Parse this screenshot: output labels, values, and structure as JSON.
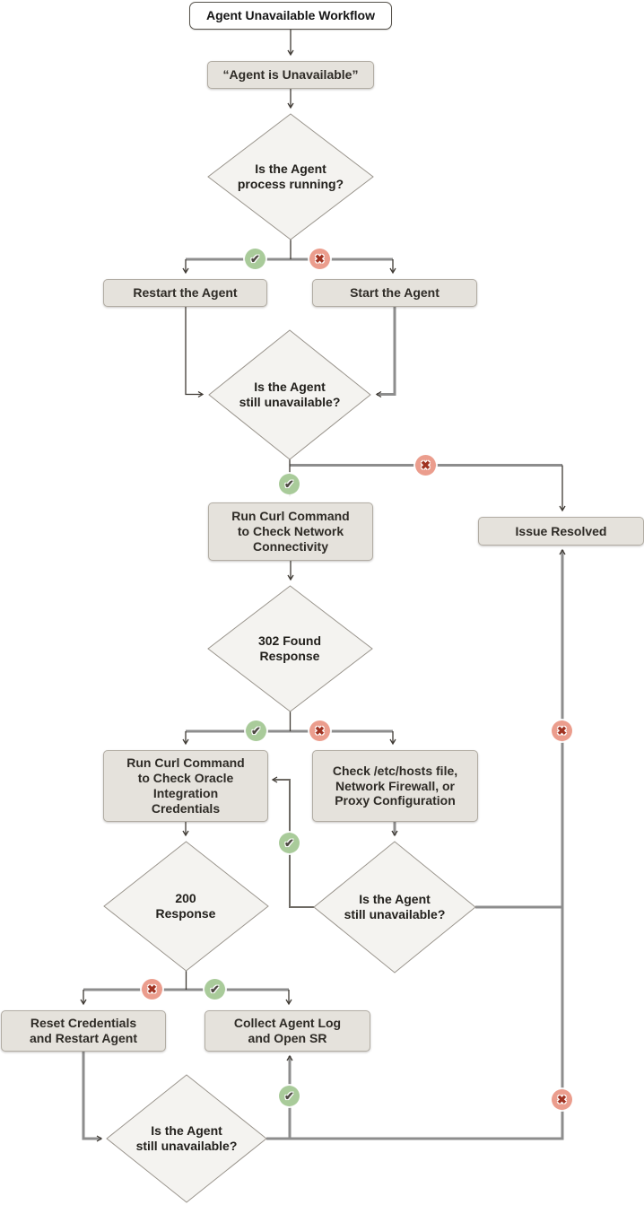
{
  "diagram": {
    "type": "flowchart",
    "background": "#ffffff"
  },
  "nodes": {
    "title": {
      "label": "Agent Unavailable Workflow"
    },
    "start": {
      "label": "“Agent is Unavailable”"
    },
    "d_process": {
      "label": "Is the Agent\nprocess running?"
    },
    "restart_agent": {
      "label": "Restart the Agent"
    },
    "start_agent": {
      "label": "Start the Agent"
    },
    "d_still_1": {
      "label": "Is the Agent\nstill unavailable?"
    },
    "curl_network": {
      "label": "Run Curl Command\nto Check Network\nConnectivity"
    },
    "issue_resolved": {
      "label": "Issue Resolved"
    },
    "d_302": {
      "label": "302 Found\nResponse"
    },
    "curl_credentials": {
      "label": "Run Curl Command\nto Check Oracle\nIntegration\nCredentials"
    },
    "check_hosts": {
      "label": "Check /etc/hosts file,\nNetwork Firewall, or\nProxy Configuration"
    },
    "d_200": {
      "label": "200\nResponse"
    },
    "d_still_2": {
      "label": "Is the Agent\nstill unavailable?"
    },
    "reset_credentials": {
      "label": "Reset Credentials\nand Restart Agent"
    },
    "collect_log": {
      "label": "Collect Agent Log\nand Open SR"
    },
    "d_still_3": {
      "label": "Is the Agent\nstill unavailable?"
    }
  },
  "icons": {
    "check_glyph": "✔",
    "x_glyph": "✖",
    "check_meaning": "yes",
    "x_meaning": "no",
    "check_color": "#a9cb9a",
    "x_color": "#eb9d8d"
  },
  "colors": {
    "box_fill": "#e5e2dc",
    "diamond_fill": "#f4f3f0",
    "rail_line": "#8d8d8d",
    "arrow_line": "#3f3a34"
  }
}
